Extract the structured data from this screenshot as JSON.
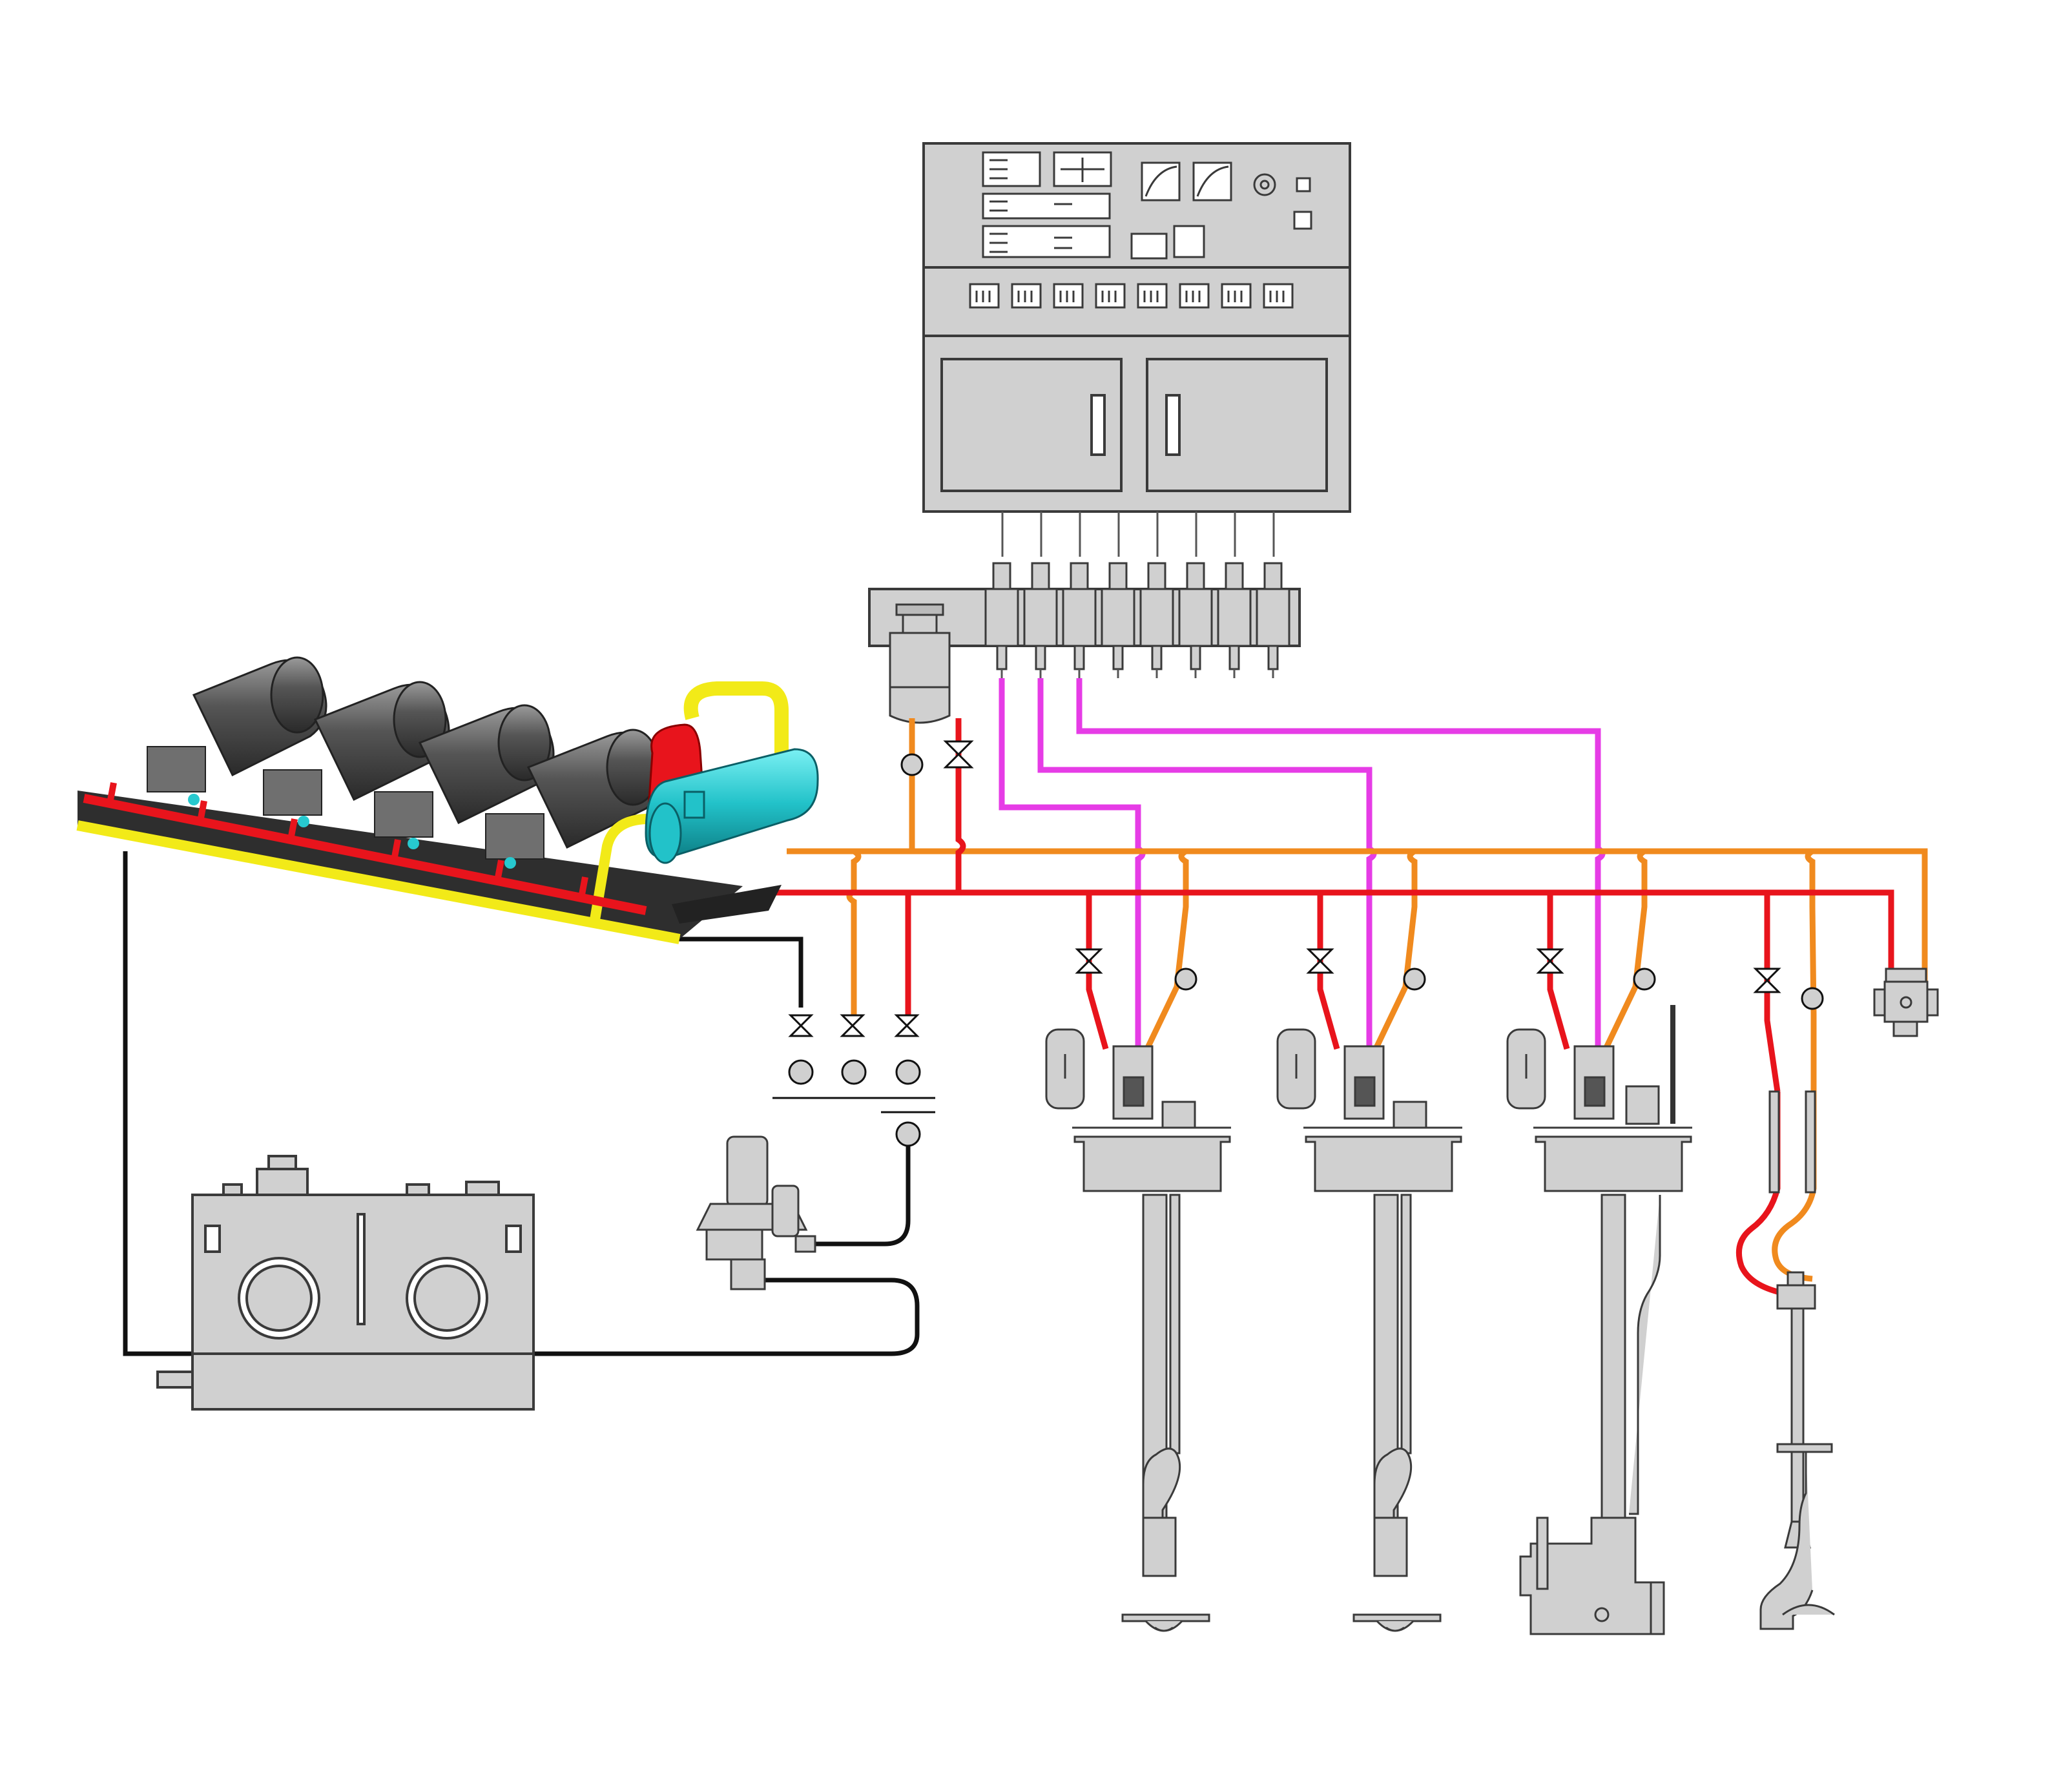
{
  "diagram": {
    "type": "hydraulic-piping-schematic",
    "line_colors": {
      "pressure": "#e8141c",
      "return": "#f08a1e",
      "control": "#e63ce6",
      "drain": "#111111",
      "suction": "#f2ea18",
      "equipment_fill": "#d0d0d0",
      "equipment_stroke": "#3a3a3a",
      "cooler": "#27c9cf"
    },
    "icons": [
      "control-cabinet-icon",
      "solenoid-valve-icon",
      "filter-icon",
      "gate-valve-icon",
      "check-valve-icon",
      "pump-unit-icon",
      "oil-tank-icon",
      "circulation-pump-icon",
      "butterfly-valve-actuator-icon",
      "quick-closing-valve-icon",
      "pressure-switch-icon"
    ],
    "consumers": [
      "valve-actuator-1",
      "valve-actuator-2",
      "valve-actuator-3",
      "valve-actuator-4"
    ]
  }
}
